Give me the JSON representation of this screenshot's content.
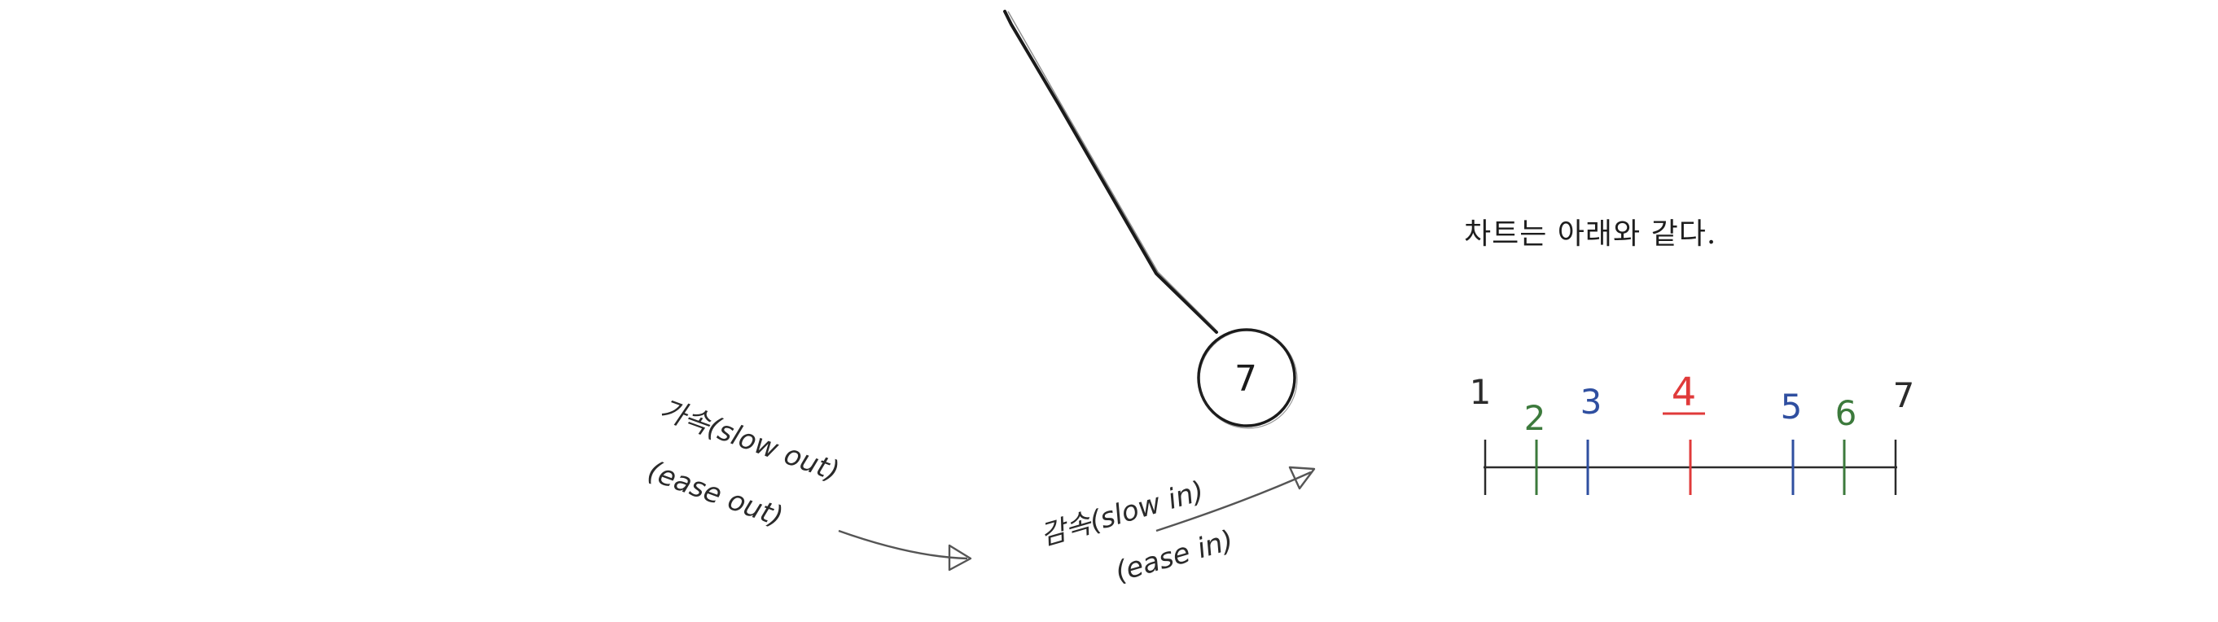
{
  "caption": "차트는 아래와 같다.",
  "pendulum": {
    "ball_label": "7"
  },
  "labels": {
    "ease_out_line1": "가속(slow out)",
    "ease_out_line2": "(ease out)",
    "ease_in_line1": "감속(slow in)",
    "ease_in_line2": "(ease in)"
  },
  "timing_chart": {
    "frames": [
      {
        "label": "1",
        "position": 1,
        "color": "#2b2b2b"
      },
      {
        "label": "2",
        "position": 2,
        "color": "#3c7a3c"
      },
      {
        "label": "3",
        "position": 3,
        "color": "#2f4fa0"
      },
      {
        "label": "4",
        "position": 4,
        "color": "#e03a3a"
      },
      {
        "label": "5",
        "position": 5,
        "color": "#2f4fa0"
      },
      {
        "label": "6",
        "position": 6,
        "color": "#3c7a3c"
      },
      {
        "label": "7",
        "position": 7,
        "color": "#2b2b2b"
      }
    ],
    "tick_offsets": [
      0,
      0.125,
      0.25,
      0.5,
      0.75,
      0.875,
      1
    ]
  }
}
